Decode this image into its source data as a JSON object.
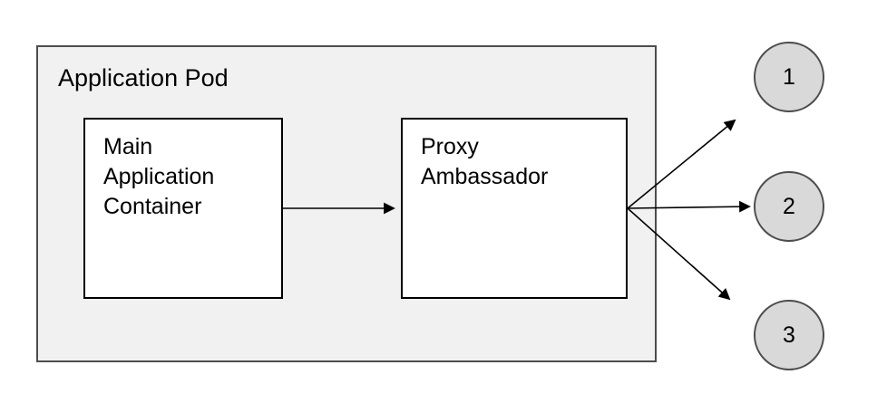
{
  "diagram": {
    "pod": {
      "label": "Application Pod",
      "nodes": {
        "main": {
          "label": "Main Application Container"
        },
        "proxy": {
          "label": "Proxy Ambassador"
        }
      }
    },
    "endpoints": [
      {
        "label": "1"
      },
      {
        "label": "2"
      },
      {
        "label": "3"
      }
    ],
    "colors": {
      "pod_fill": "#f1f1f1",
      "pod_border": "#4d4d4d",
      "node_fill": "#ffffff",
      "node_border": "#000000",
      "circle_fill": "#d9d9d9",
      "circle_border": "#4d4d4d",
      "arrow": "#000000"
    }
  }
}
